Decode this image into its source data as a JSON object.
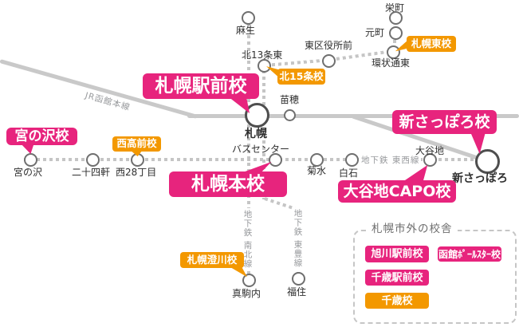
{
  "colors": {
    "pink": "#e7247d",
    "orange": "#f39800",
    "jr_line": "#c9c9c9",
    "subway_dot": "#c5c5c5",
    "station_ring": "#6f6f6f",
    "hub_ring": "#4e4e4e",
    "station_text": "#2f2f2f",
    "line_label_text": "#97999c",
    "legend_border": "#c6c6c6",
    "legend_title_text": "#6d6d6d"
  },
  "lines": {
    "jr_hakodate": "JR函館本線",
    "tozai": "地下鉄 東西線",
    "namboku": "地下鉄 南北線",
    "toho": "地下鉄 東豊線"
  },
  "stations": {
    "asabu": "麻生",
    "kita13jo_higashi": "北13条東",
    "higashi_kuyakusho_mae": "東区役所前",
    "sakaemachi": "栄町",
    "motomachi": "元町",
    "kanjodori_higashi": "環状通東",
    "naebo": "苗穂",
    "sapporo": "札幌",
    "bus_center": "バスセンター",
    "kikusui": "菊水",
    "shiroishi": "白石",
    "oyachi": "大谷地",
    "shin_sapporo": "新さっぽろ",
    "miyanosawa": "宮の沢",
    "nijuyonken": "二十四軒",
    "nishi28chome": "西28丁目",
    "makomanai": "真駒内",
    "fukuzumi": "福住"
  },
  "schools": {
    "sapporo_ekimae": {
      "label": "札幌駅前校",
      "color": "pink"
    },
    "sapporo_hon": {
      "label": "札幌本校",
      "color": "pink"
    },
    "shin_sapporo": {
      "label": "新さっぽろ校",
      "color": "pink"
    },
    "miyanosawa": {
      "label": "宮の沢校",
      "color": "pink"
    },
    "oyachi_capo": {
      "label": "大谷地CAPO校",
      "color": "pink"
    },
    "kita15jo": {
      "label": "北15条校",
      "color": "orange"
    },
    "sapporo_higashi": {
      "label": "札幌東校",
      "color": "orange"
    },
    "nishiko_mae": {
      "label": "西高前校",
      "color": "orange"
    },
    "sapporo_sumikawa": {
      "label": "札幌澄川校",
      "color": "orange"
    }
  },
  "legend": {
    "title": "札幌市外の校舎",
    "items": [
      {
        "label": "旭川駅前校",
        "color": "pink"
      },
      {
        "label": "函館ﾎﾟｰﾙｽﾀｰ校",
        "color": "pink"
      },
      {
        "label": "千歳駅前校",
        "color": "pink"
      },
      {
        "label": "千歳校",
        "color": "orange"
      }
    ]
  }
}
